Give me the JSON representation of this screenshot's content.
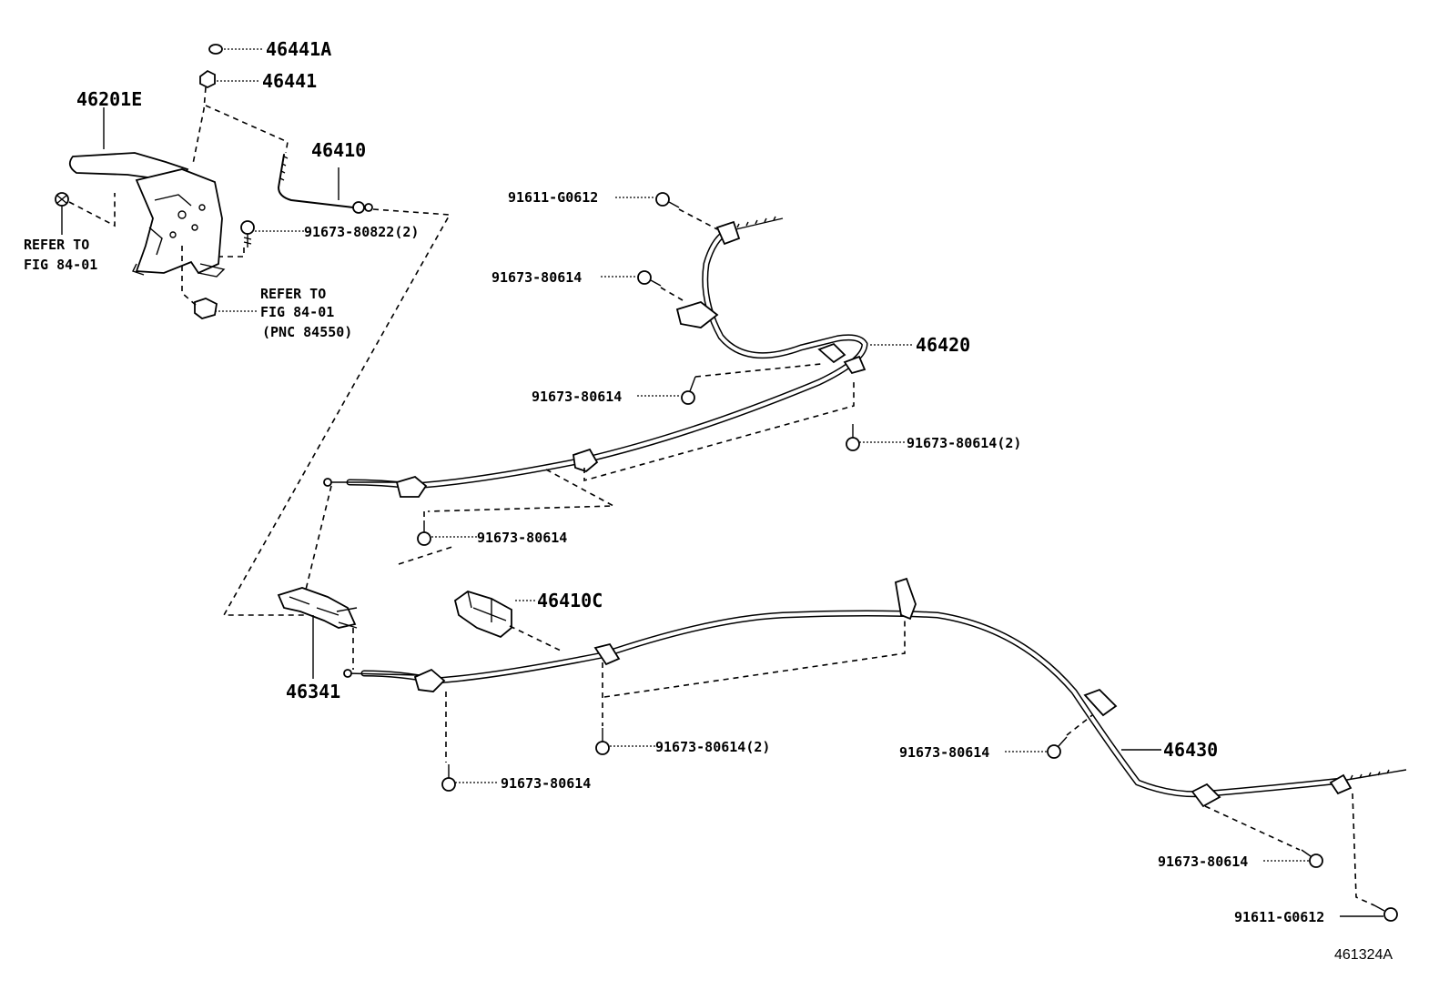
{
  "callouts": {
    "p46441a": "46441A",
    "p46441": "46441",
    "p46201e": "46201E",
    "p46410": "46410",
    "refer1_line1": "REFER TO",
    "refer1_line2": "FIG 84-01",
    "bolt_80822": "91673-80822(2)",
    "refer2_line1": "REFER TO",
    "refer2_line2": "FIG 84-01",
    "refer2_line3": "(PNC 84550)",
    "g0612_top": "91611-G0612",
    "b80614_a": "91673-80614",
    "p46420": "46420",
    "b80614_b": "91673-80614",
    "b80614_c": "91673-80614(2)",
    "b80614_d": "91673-80614",
    "p46410c": "46410C",
    "p46341": "46341",
    "b80614_e": "91673-80614(2)",
    "b80614_f": "91673-80614",
    "b80614_g": "91673-80614",
    "p46430": "46430",
    "b80614_h": "91673-80614",
    "g0612_bottom": "91611-G0612",
    "figure_code": "461324A"
  }
}
